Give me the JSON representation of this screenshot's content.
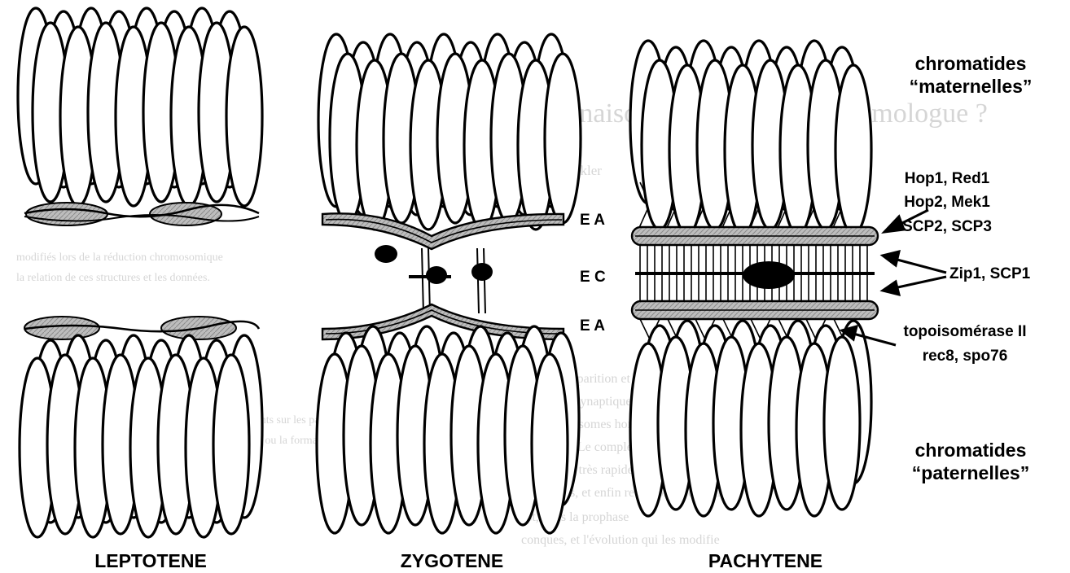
{
  "stages": {
    "leptotene": "LEPTOTENE",
    "zygotene": "ZYGOTENE",
    "pachytene": "PACHYTENE"
  },
  "labels": {
    "maternal_line1": "chromatides",
    "maternal_line2": "“maternelles”",
    "paternal_line1": "chromatides",
    "paternal_line2": "“paternelles”",
    "ea_top": "E A",
    "ec": "E C",
    "ea_bottom": "E A",
    "proteins_axial_1": "Hop1, Red1",
    "proteins_axial_2": "Hop2, Mek1",
    "proteins_axial_3": "SCP2, SCP3",
    "proteins_central": "Zip1, SCP1",
    "proteins_cohesion_1": "topoisomérase II",
    "proteins_cohesion_2": "rec8, spo76"
  },
  "bleed_through_text": [
    "recombinaison dans la synapsis homologue ?",
    "par Denis Zickler",
    "temps, l'apparition et la destruction des com-",
    "structures synaptiques, et les cohésines sont",
    "les chromosomes homologues pendant",
    "la méiose. Le complexe synaptonémal",
    "des sœurs, très rapidement jusqu'à l'ana-",
    "ses parties, et enfin recombinaison qui",
    "est, dans la prophase",
    "conques, et l'évolution qui les modifie",
    "modifiés lors de la réduction chromosomique",
    "la relation de ces structures et les données.",
    "Une série d'éléments sur les pachytène",
    "éléments latéraux, ou la formation du"
  ]
}
